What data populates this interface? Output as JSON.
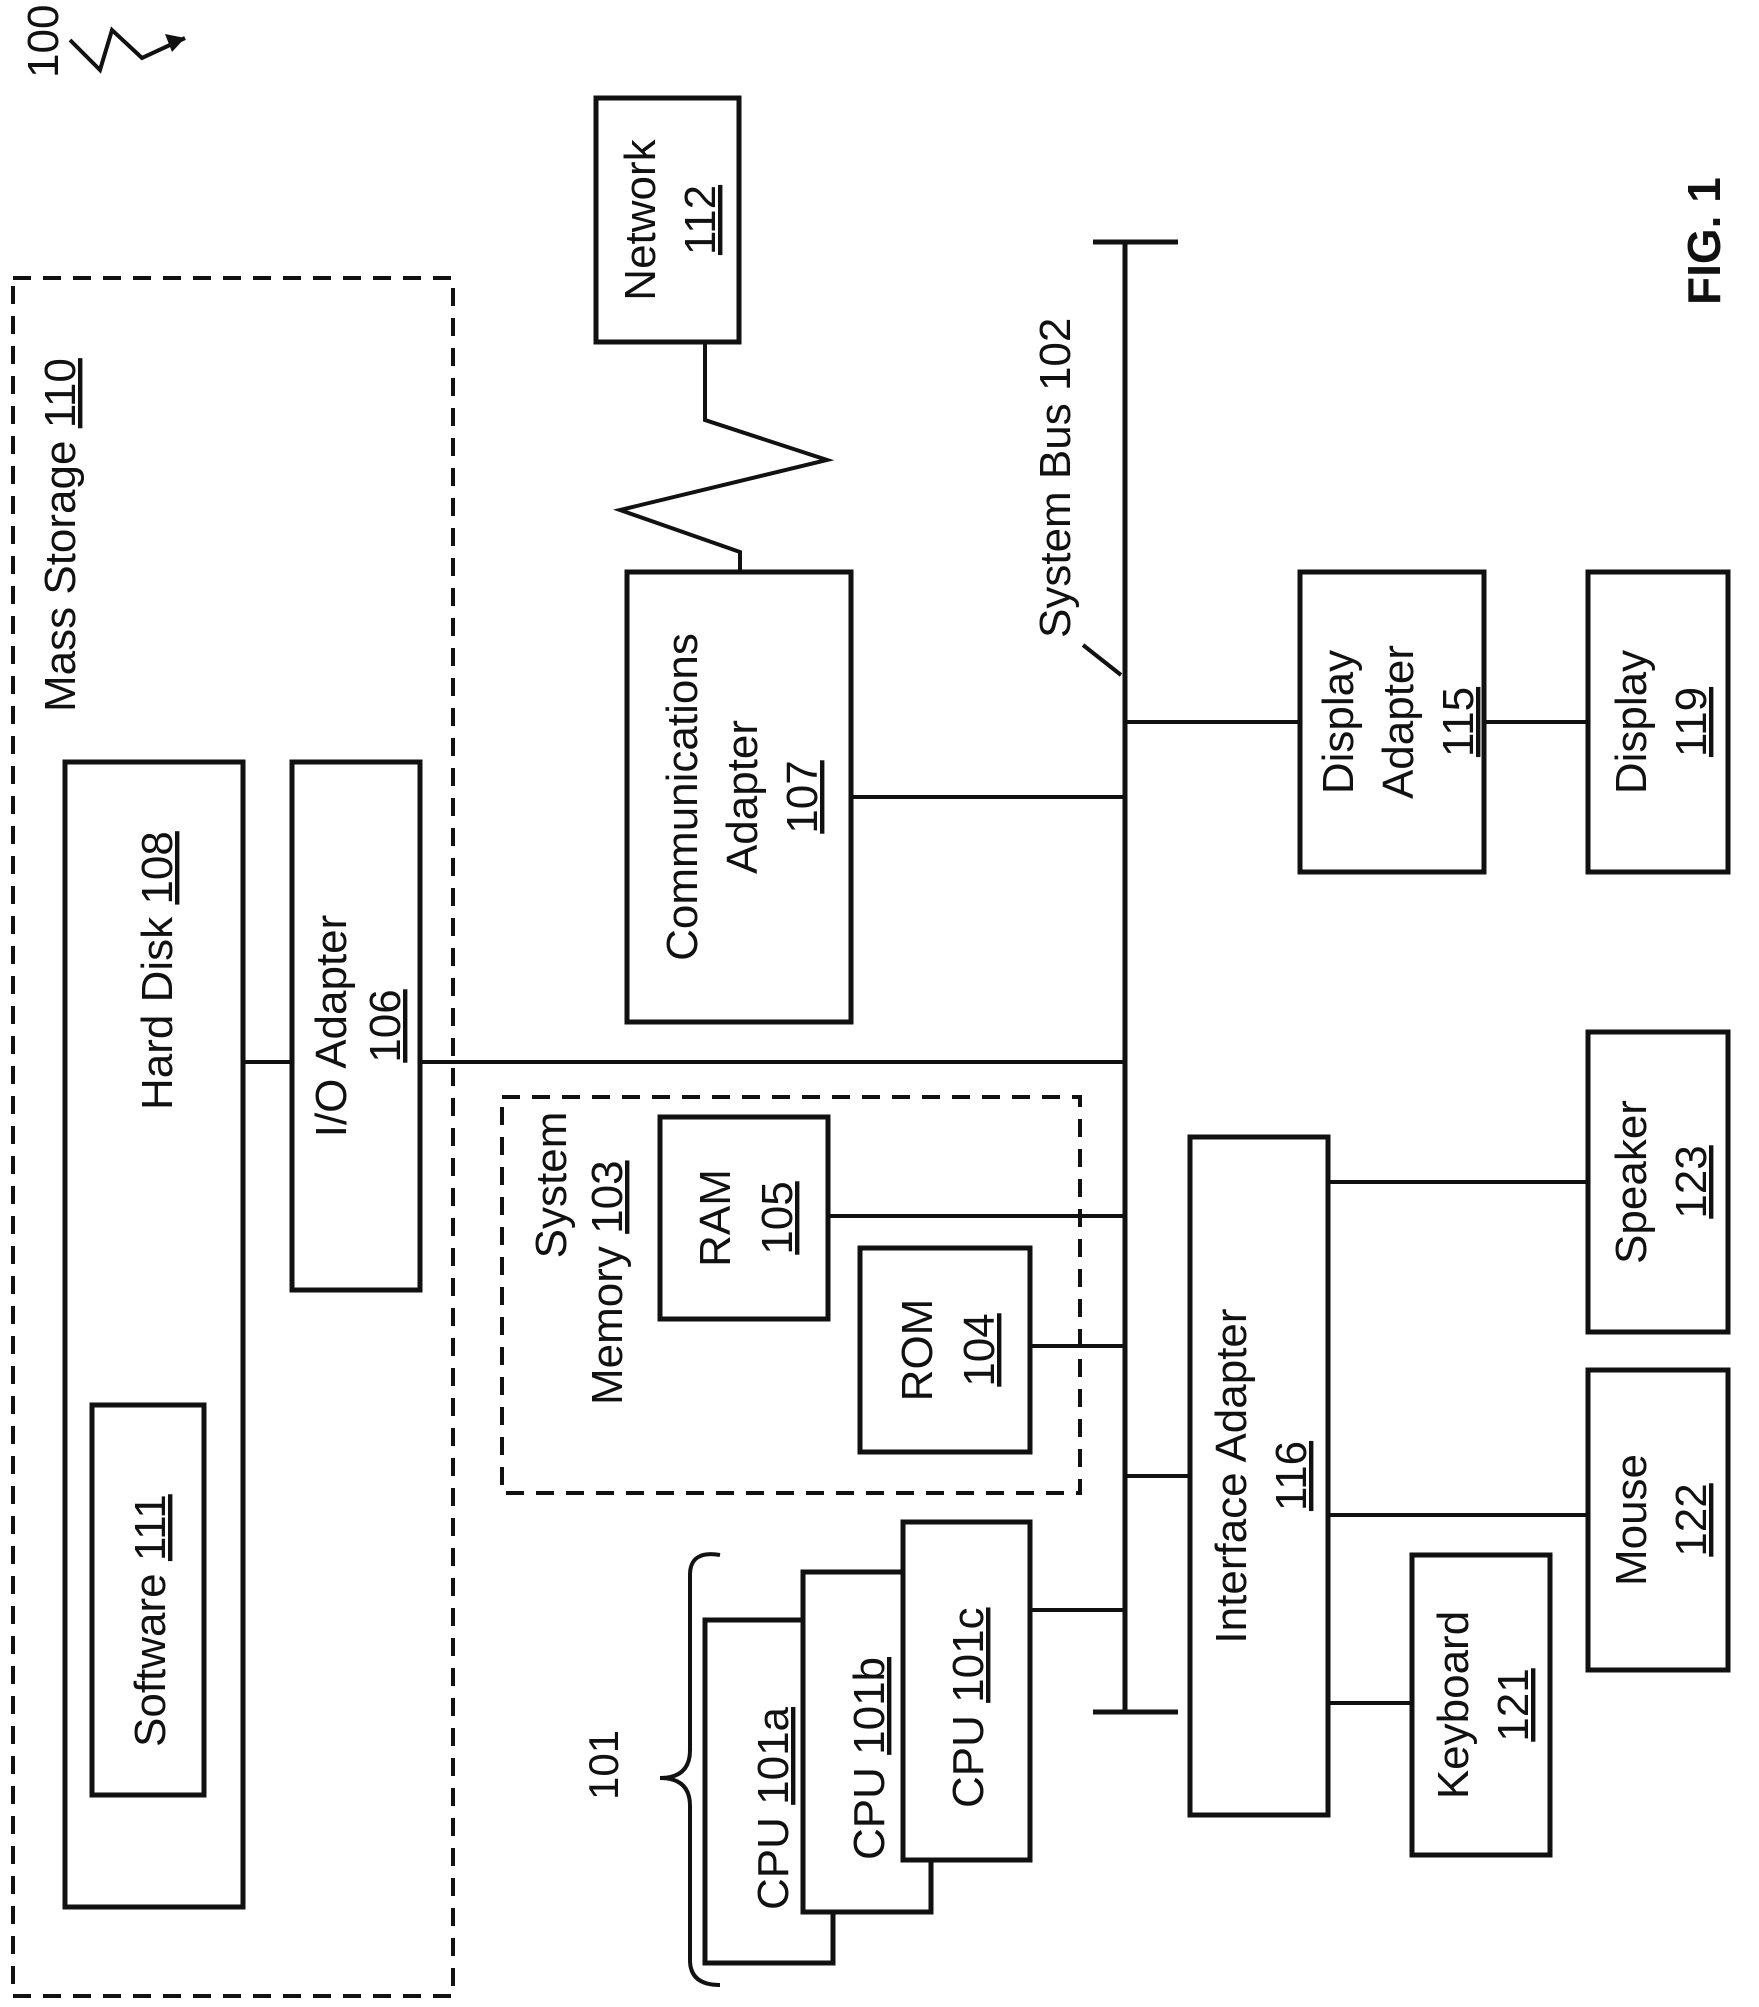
{
  "figure_ref": "100",
  "figure_label": "FIG. 1",
  "system_bus": "System Bus 102",
  "cpu_group_ref": "101",
  "mass_storage": {
    "label": "Mass Storage",
    "ref": "110"
  },
  "hard_disk": {
    "label": "Hard Disk",
    "ref": "108"
  },
  "software": {
    "label": "Software",
    "ref": "111"
  },
  "io_adapter": {
    "label": "I/O Adapter",
    "ref": "106"
  },
  "system_memory": {
    "line1": "System",
    "line2": "Memory",
    "ref": "103"
  },
  "ram": {
    "label": "RAM",
    "ref": "105"
  },
  "rom": {
    "label": "ROM",
    "ref": "104"
  },
  "cpu_a": {
    "label": "CPU",
    "ref": "101a"
  },
  "cpu_b": {
    "label": "CPU",
    "ref": "101b"
  },
  "cpu_c": {
    "label": "CPU",
    "ref": "101c"
  },
  "network": {
    "label": "Network",
    "ref": "112"
  },
  "comm_adapter": {
    "line1": "Communications",
    "line2": "Adapter",
    "ref": "107"
  },
  "display_adapter": {
    "line1": "Display",
    "line2": "Adapter",
    "ref": "115"
  },
  "display": {
    "label": "Display",
    "ref": "119"
  },
  "interface_adapter": {
    "label": "Interface Adapter",
    "ref": "116"
  },
  "speaker": {
    "label": "Speaker",
    "ref": "123"
  },
  "mouse": {
    "label": "Mouse",
    "ref": "122"
  },
  "keyboard": {
    "label": "Keyboard",
    "ref": "121"
  }
}
